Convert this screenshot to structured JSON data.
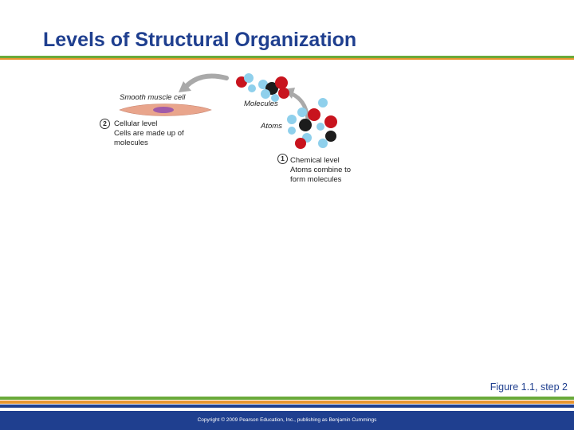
{
  "title": "Levels of Structural Organization",
  "labels": {
    "smooth_muscle_cell": "Smooth muscle cell",
    "molecules": "Molecules",
    "atoms": "Atoms"
  },
  "steps": [
    {
      "number": "1",
      "lines": [
        "Chemical level",
        "Atoms combine to",
        "form molecules"
      ]
    },
    {
      "number": "2",
      "lines": [
        "Cellular level",
        "Cells are made up of",
        "molecules"
      ]
    }
  ],
  "figure_caption": "Figure 1.1, step 2",
  "copyright": "Copyright © 2009 Pearson Education, Inc., publishing as Benjamin Cummings",
  "colors": {
    "title_blue": "#1f3f8f",
    "stripe_green": "#6aaa3a",
    "stripe_orange": "#e8952e",
    "stripe_blue": "#1f3f8f",
    "atom_red": "#c8141e",
    "atom_black": "#1c1c1c",
    "atom_lightblue": "#8fd0ec",
    "cell_pink": "#e9a58c",
    "nucleus_purple": "#a05aa8",
    "arrow_gray": "#a9a9a9"
  }
}
